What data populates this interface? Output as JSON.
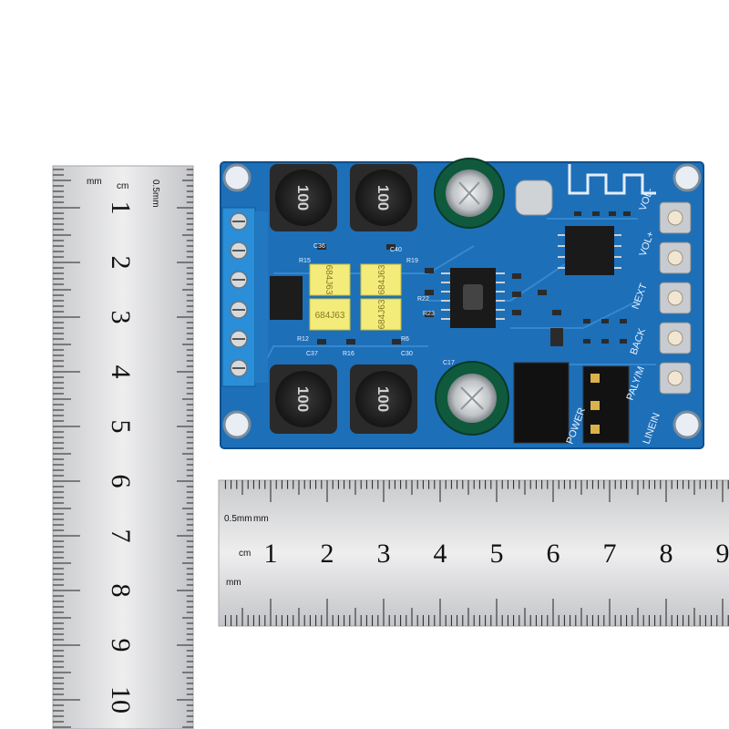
{
  "vertical_ruler": {
    "unit_mm": "mm",
    "unit_cm": "cm",
    "minor": "0.5mm",
    "numbers": [
      "1",
      "2",
      "3",
      "4",
      "5",
      "6",
      "7",
      "8",
      "9",
      "10"
    ]
  },
  "horizontal_ruler": {
    "unit_mm": "mm",
    "unit_cm": "cm",
    "minor": "0.5mm",
    "numbers": [
      "1",
      "2",
      "3",
      "4",
      "5",
      "6",
      "7",
      "8",
      "9"
    ]
  },
  "board": {
    "inductor_label": "100",
    "capacitor_label": "684J63",
    "labels": [
      "VOL-",
      "VOL+",
      "NEXT",
      "BACK",
      "PALY/M",
      "LINEIN",
      "POWER"
    ],
    "refs": [
      "C36",
      "R15",
      "R19",
      "C40",
      "R22",
      "C37",
      "R12",
      "R16",
      "C30",
      "R6",
      "C17",
      "R23"
    ]
  },
  "colors": {
    "pcb": "#1d6fb8",
    "ruler": "#d9dadc",
    "terminal": "#2a8ed8"
  }
}
